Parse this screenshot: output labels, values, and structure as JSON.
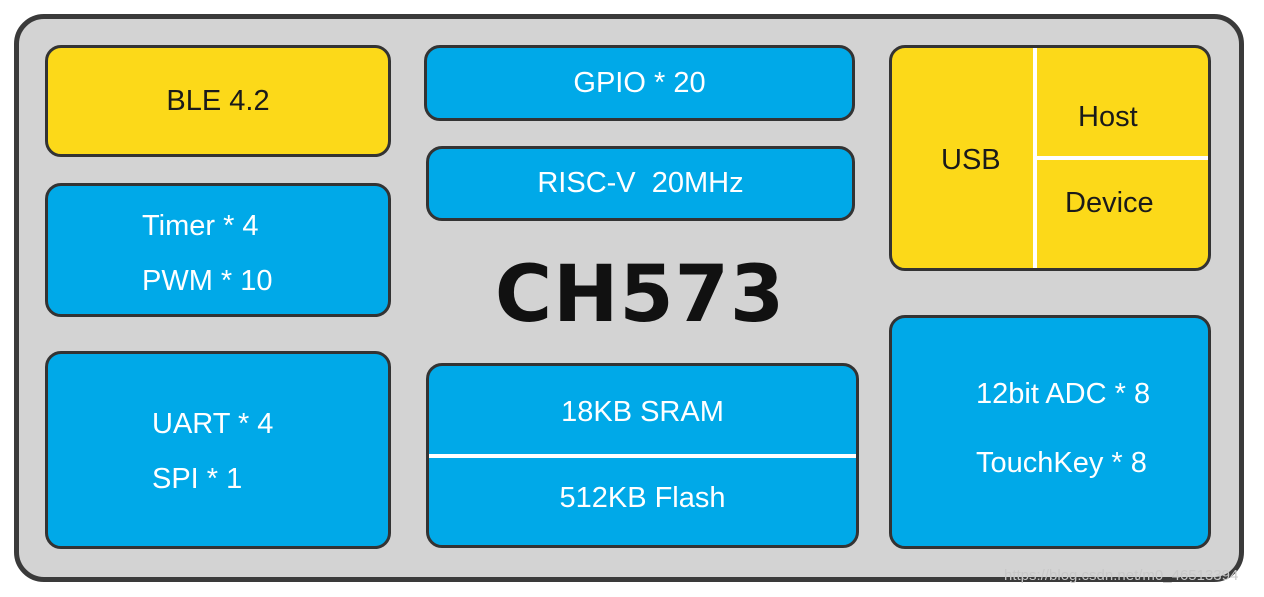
{
  "diagram": {
    "title": "CH573",
    "colors": {
      "chip_body": "#d3d3d3",
      "chip_border": "#3a3a3a",
      "peripheral_blue": "#00a9e8",
      "peripheral_yellow": "#fcd919"
    },
    "blocks": {
      "ble": {
        "label": "BLE 4.2"
      },
      "timer_pwm": {
        "line1": "Timer * 4",
        "line2": "PWM * 10"
      },
      "uart_spi": {
        "line1": "UART * 4",
        "line2": "SPI * 1"
      },
      "gpio": {
        "label": "GPIO * 20"
      },
      "cpu": {
        "label": "RISC-V  20MHz"
      },
      "memory": {
        "sram": "18KB SRAM",
        "flash": "512KB Flash"
      },
      "usb": {
        "label": "USB",
        "host": "Host",
        "device": "Device"
      },
      "adc_touch": {
        "line1": "12bit ADC * 8",
        "line2": "TouchKey * 8"
      }
    }
  },
  "watermark": "https://blog.csdn.net/m0_46513394"
}
